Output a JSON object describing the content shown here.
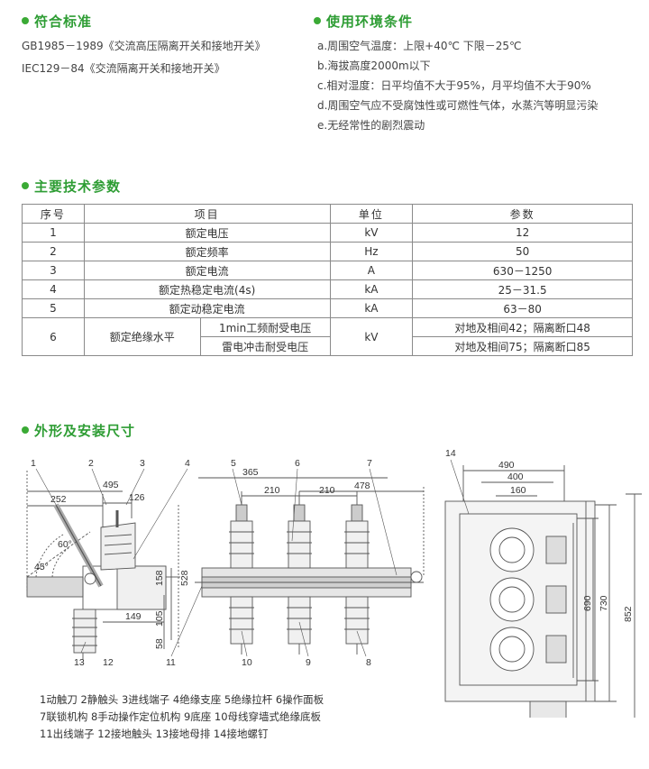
{
  "colors": {
    "accent": "#3aaa35",
    "title": "#2e9d34",
    "line": "#555555"
  },
  "standards": {
    "title": "符合标准",
    "lines": [
      "GB1985－1989《交流高压隔离开关和接地开关》",
      "IEC129－84《交流隔离开关和接地开关》"
    ]
  },
  "environment": {
    "title": "使用环境条件",
    "lines": [
      "a.周围空气温度：上限+40℃ 下限－25℃",
      "b.海拔高度2000m以下",
      "c.相对湿度：日平均值不大于95%，月平均值不大于90%",
      "d.周围空气应不受腐蚀性或可燃性气体，水蒸汽等明显污染",
      "e.无经常性的剧烈震动"
    ]
  },
  "params": {
    "title": "主要技术参数",
    "headers": [
      "序号",
      "项目",
      "单位",
      "参数"
    ],
    "rows": [
      {
        "no": "1",
        "item": "额定电压",
        "unit": "kV",
        "value": "12"
      },
      {
        "no": "2",
        "item": "额定频率",
        "unit": "Hz",
        "value": "50"
      },
      {
        "no": "3",
        "item": "额定电流",
        "unit": "A",
        "value": "630－1250"
      },
      {
        "no": "4",
        "item": "额定热稳定电流(4s)",
        "unit": "kA",
        "value": "25－31.5"
      },
      {
        "no": "5",
        "item": "额定动稳定电流",
        "unit": "kA",
        "value": "63－80"
      }
    ],
    "insulation": {
      "no": "6",
      "item": "额定绝缘水平",
      "unit": "kV",
      "sub1": "1min工频耐受电压",
      "val1": "对地及相间42；隔离断口48",
      "sub2": "雷电冲击耐受电压",
      "val2": "对地及相间75；隔离断口85"
    }
  },
  "drawing": {
    "title": "外形及安装尺寸",
    "callouts": [
      "1",
      "2",
      "3",
      "4",
      "5",
      "6",
      "7",
      "8",
      "9",
      "10",
      "11",
      "12",
      "13",
      "14"
    ],
    "dims": {
      "d252": "252",
      "d495": "495",
      "d126": "126",
      "d365": "365",
      "d210a": "210",
      "d210b": "210",
      "d478": "478",
      "d60": "60°",
      "d45": "45°",
      "d158": "158",
      "d528": "528",
      "d149": "149",
      "d105": "105",
      "d58": "58",
      "d490": "490",
      "d400": "400",
      "d160": "160",
      "d690": "690",
      "d730": "730",
      "d852": "852"
    },
    "legend": [
      "1动触刀  2静触头  3进线端子  4绝缘支座  5绝缘拉杆  6操作面板",
      "7联锁机构  8手动操作定位机构  9底座  10母线穿墙式绝缘底板",
      "11出线端子  12接地触头  13接地母排  14接地螺钉"
    ]
  }
}
